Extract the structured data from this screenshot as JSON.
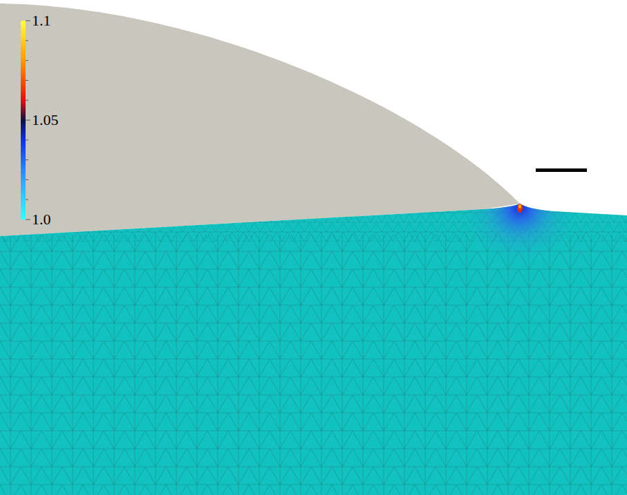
{
  "diagram": {
    "labels": [
      "1.1",
      "1.05",
      "1.0"
    ]
  }
}
